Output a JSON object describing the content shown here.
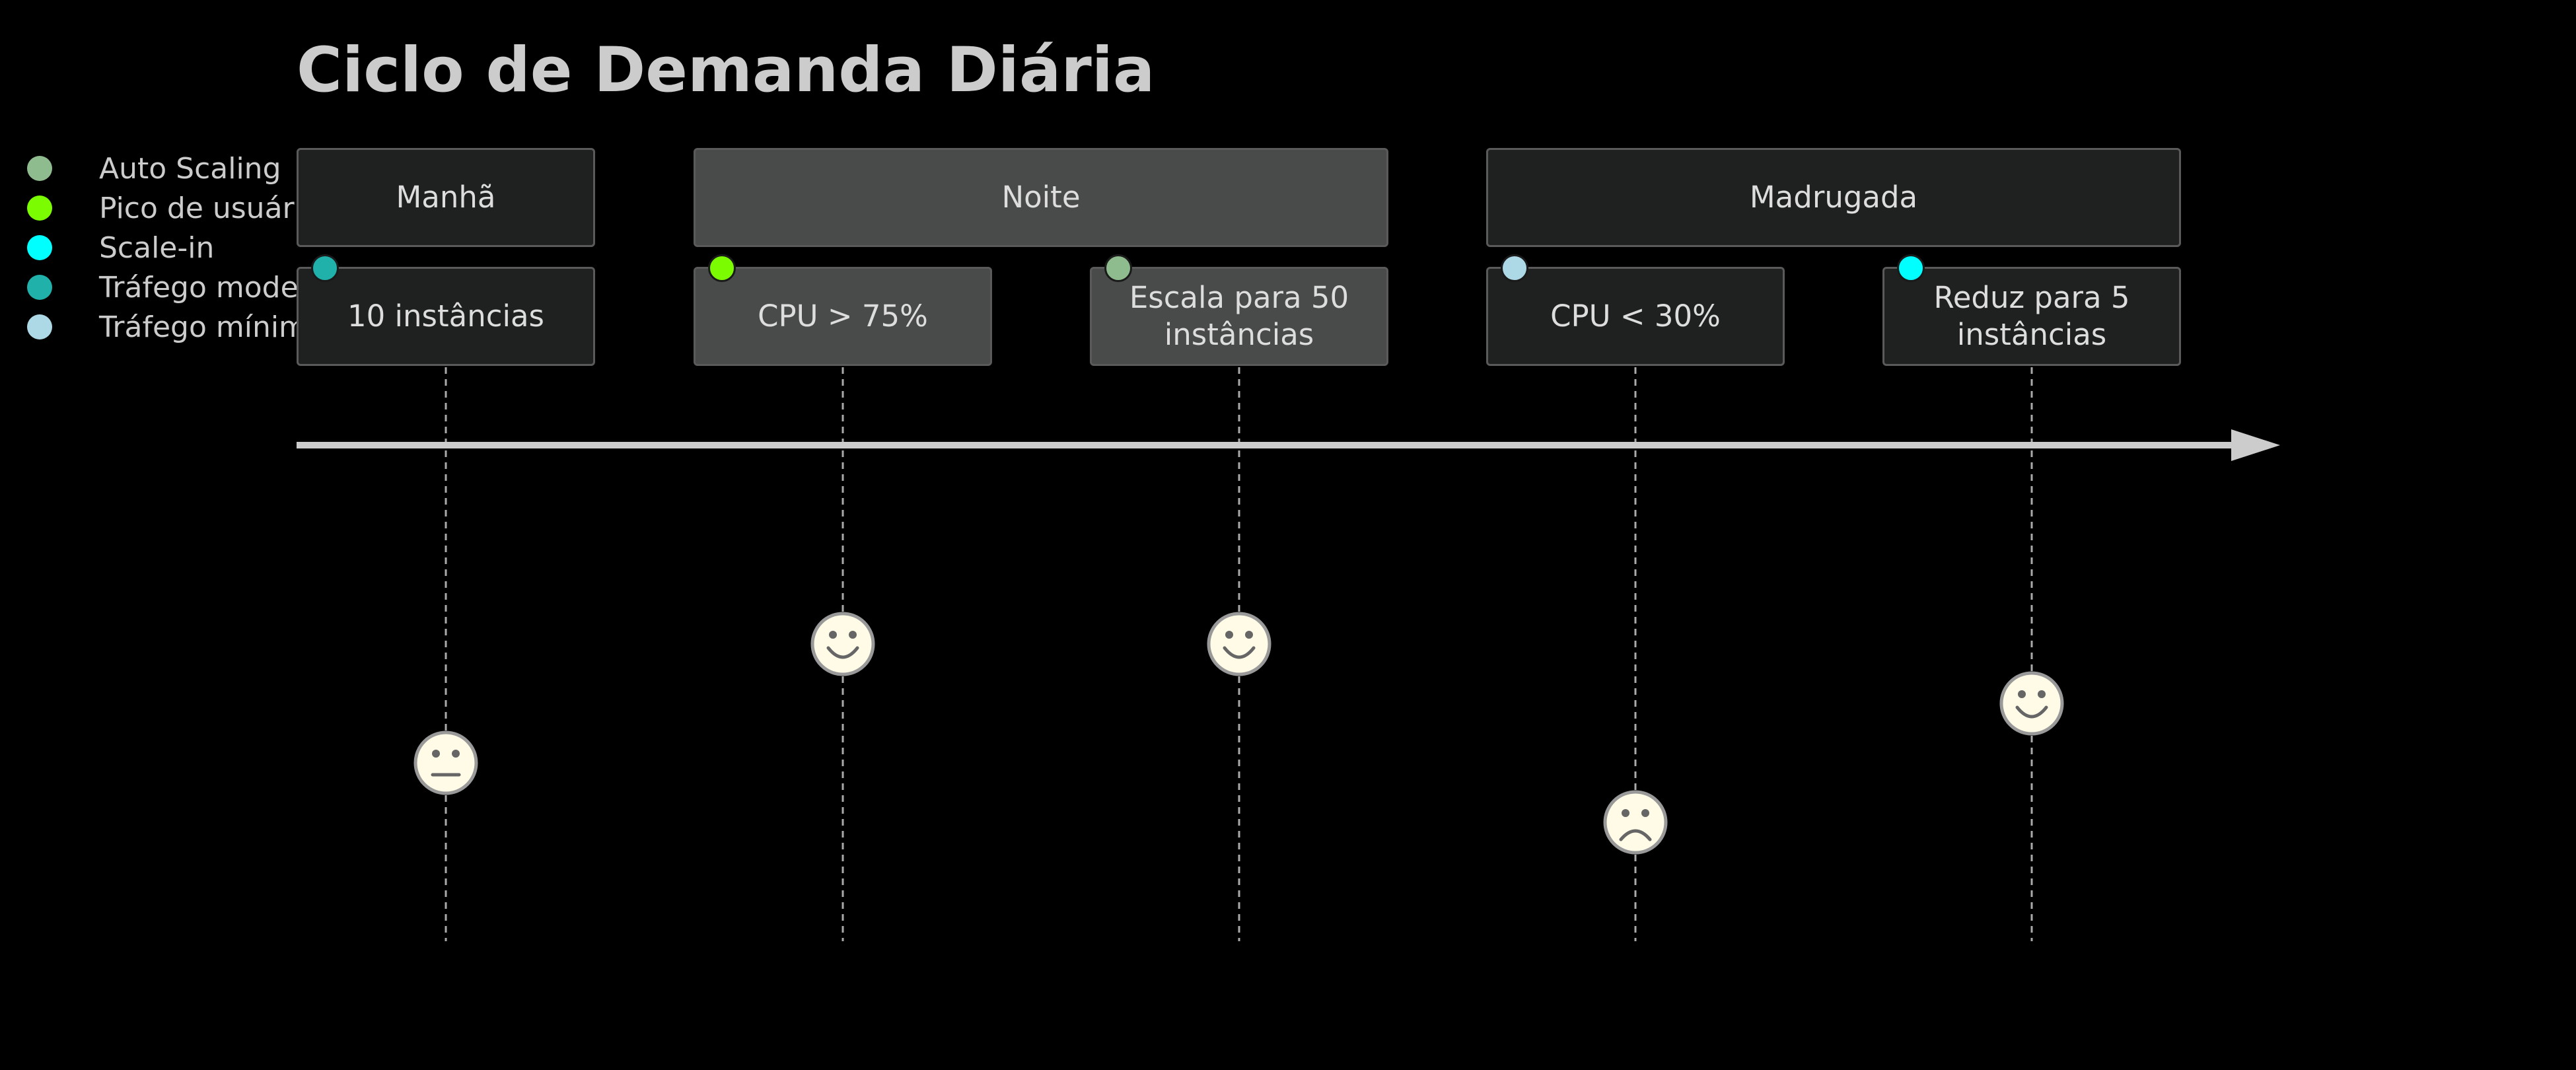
{
  "title": "Ciclo de Demanda Diária",
  "legend": [
    {
      "label": "Auto Scaling",
      "color": "#8fbc8f"
    },
    {
      "label": "Pico de usuários",
      "color": "#7cfc00"
    },
    {
      "label": "Scale-in",
      "color": "#00ffff"
    },
    {
      "label": "Tráfego moderado",
      "color": "#20b2aa"
    },
    {
      "label": "Tráfego mínimo",
      "color": "#add8e6"
    }
  ],
  "sections": [
    {
      "label": "Manhã"
    },
    {
      "label": "Noite"
    },
    {
      "label": "Madrugada"
    }
  ],
  "tasks": [
    {
      "label": "10 instâncias",
      "mood": "neutral",
      "score": 3,
      "dot_color": "#20b2aa"
    },
    {
      "label": "CPU > 75%",
      "mood": "happy",
      "score": 5,
      "dot_color": "#7cfc00"
    },
    {
      "label": "Escala para 50 instâncias",
      "mood": "happy",
      "score": 5,
      "dot_color": "#8fbc8f"
    },
    {
      "label": "CPU < 30%",
      "mood": "sad",
      "score": 2,
      "dot_color": "#add8e6"
    },
    {
      "label": "Reduz para 5 instâncias",
      "mood": "happy",
      "score": 4,
      "dot_color": "#00ffff"
    }
  ],
  "colors": {
    "section_fills": [
      "#1f2020",
      "#494a4a",
      "#1f2020"
    ],
    "task_fills": [
      "#1f2020",
      "#494a4a",
      "#494a4a",
      "#1f2020",
      "#1f2020"
    ],
    "axis": "#cccccc",
    "face": "#fffbe6",
    "face_stroke": "#999999",
    "dashed_line": "#aaaaaa"
  }
}
